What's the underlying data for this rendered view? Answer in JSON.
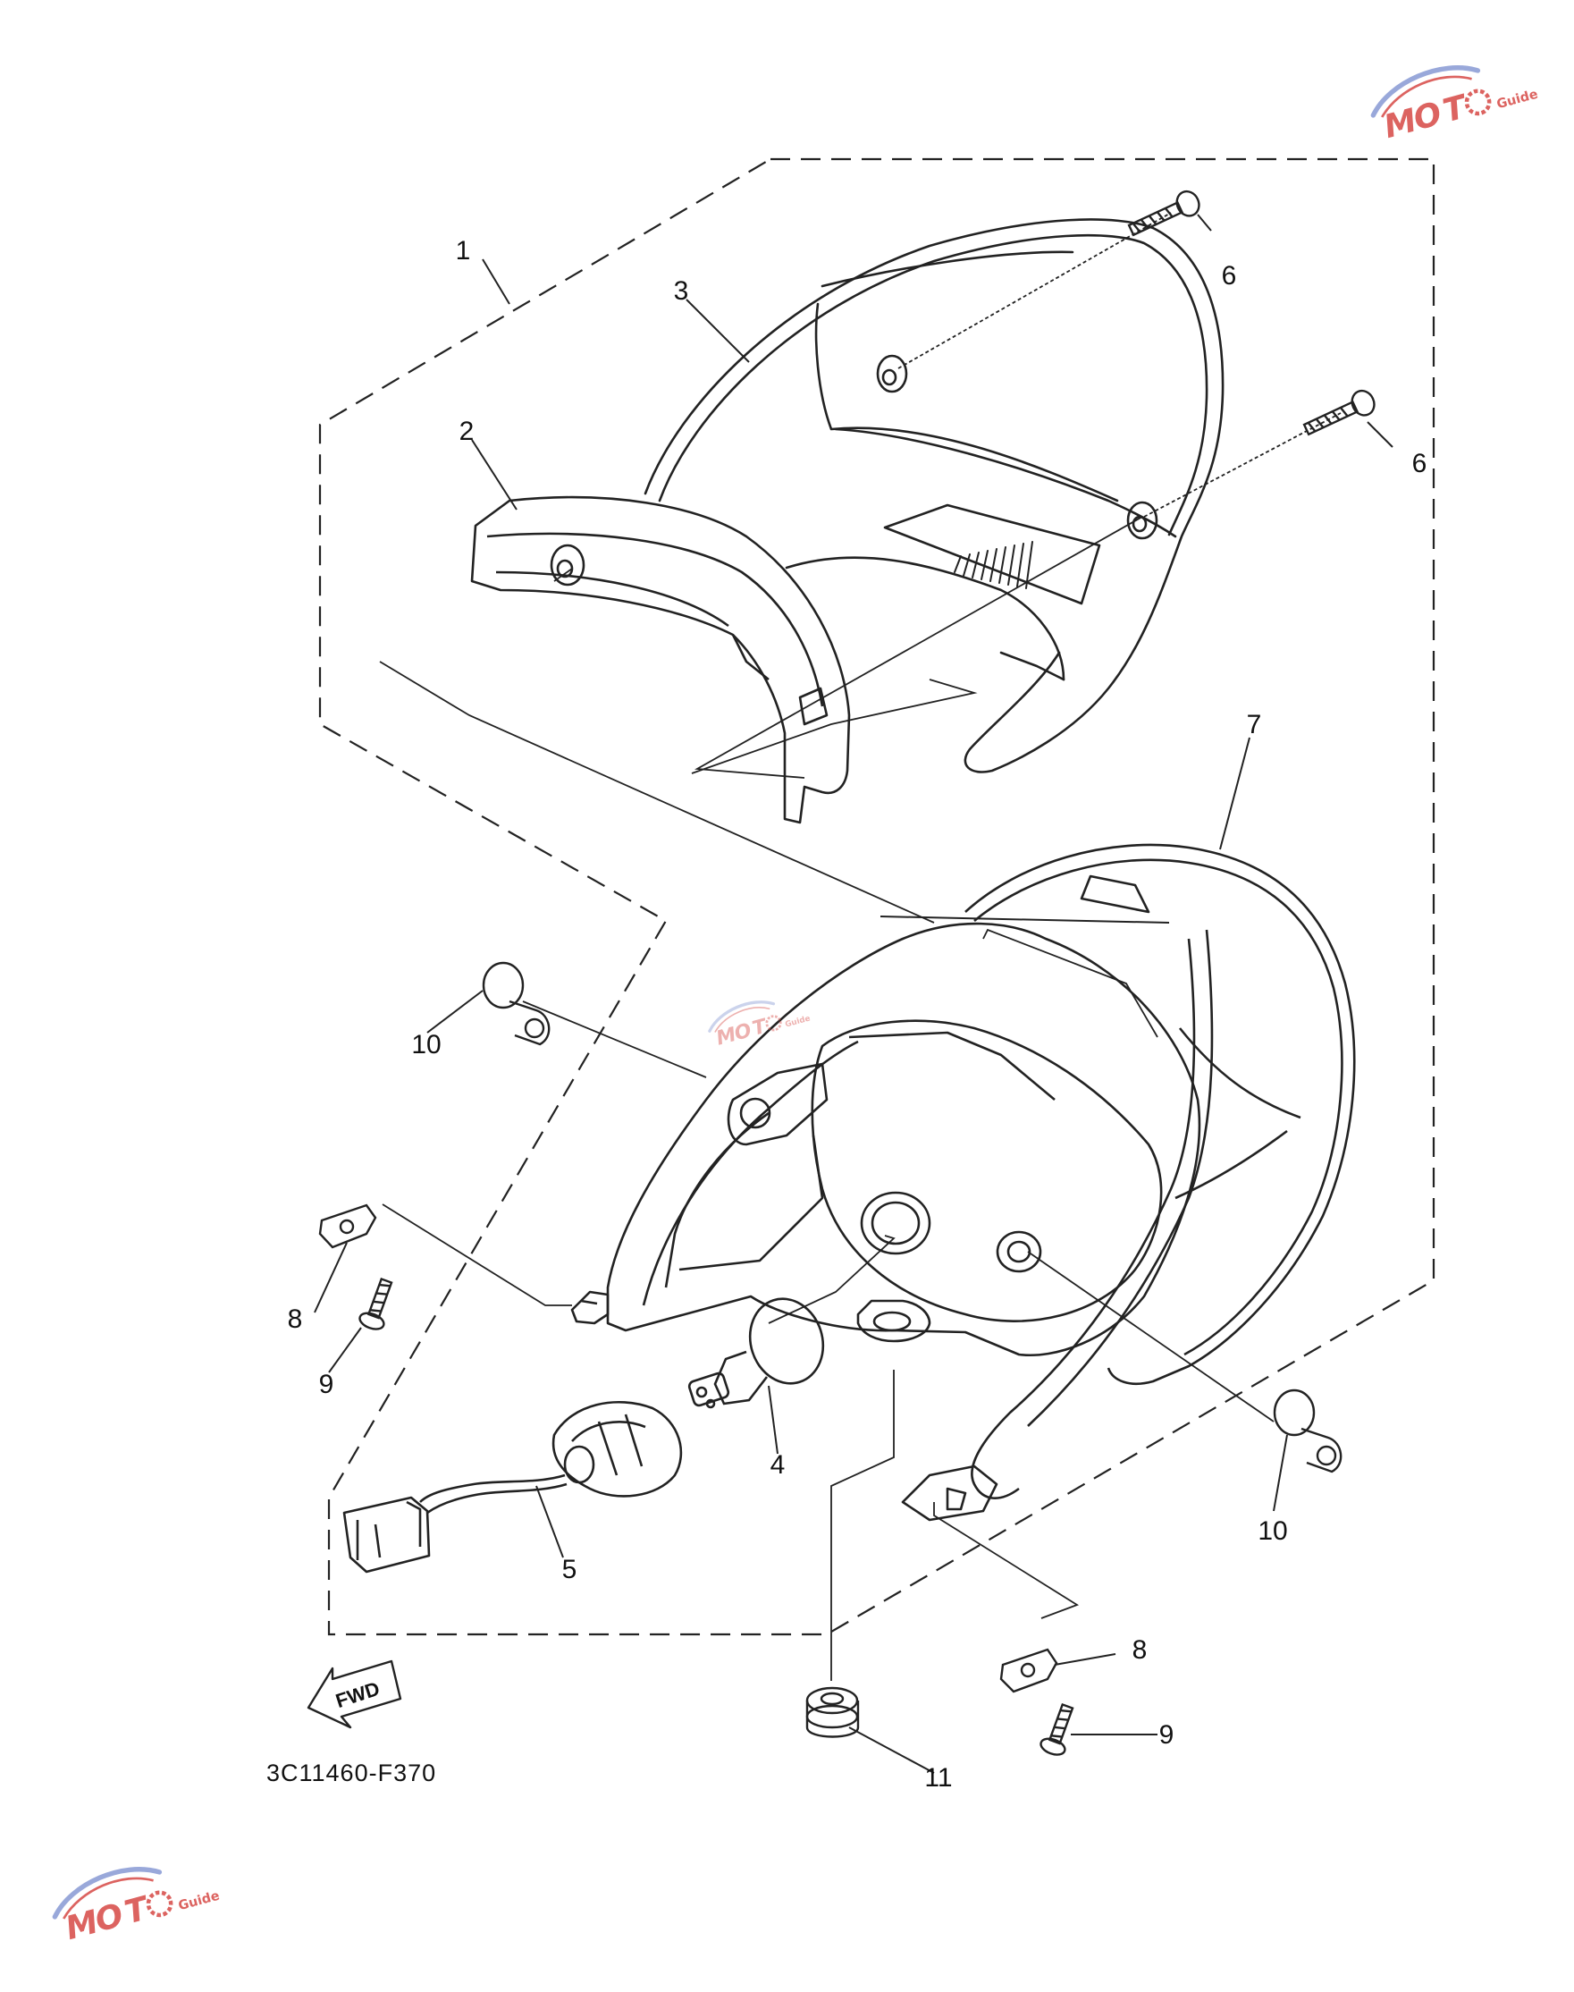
{
  "diagram": {
    "callouts": [
      {
        "id": "1",
        "text": "1"
      },
      {
        "id": "2",
        "text": "2"
      },
      {
        "id": "3",
        "text": "3"
      },
      {
        "id": "4",
        "text": "4"
      },
      {
        "id": "5",
        "text": "5"
      },
      {
        "id": "6a",
        "text": "6"
      },
      {
        "id": "6b",
        "text": "6"
      },
      {
        "id": "7",
        "text": "7"
      },
      {
        "id": "8a",
        "text": "8"
      },
      {
        "id": "8b",
        "text": "8"
      },
      {
        "id": "9a",
        "text": "9"
      },
      {
        "id": "9b",
        "text": "9"
      },
      {
        "id": "10a",
        "text": "10"
      },
      {
        "id": "10b",
        "text": "10"
      },
      {
        "id": "11",
        "text": "11"
      }
    ],
    "fwd_label": "FWD",
    "drawing_code": "3C11460-F370"
  },
  "watermark": {
    "letters": [
      "M",
      "O",
      "T"
    ],
    "sub": "Guide",
    "colors": {
      "red": "#d9534f",
      "blue": "#8e9fd6"
    }
  }
}
